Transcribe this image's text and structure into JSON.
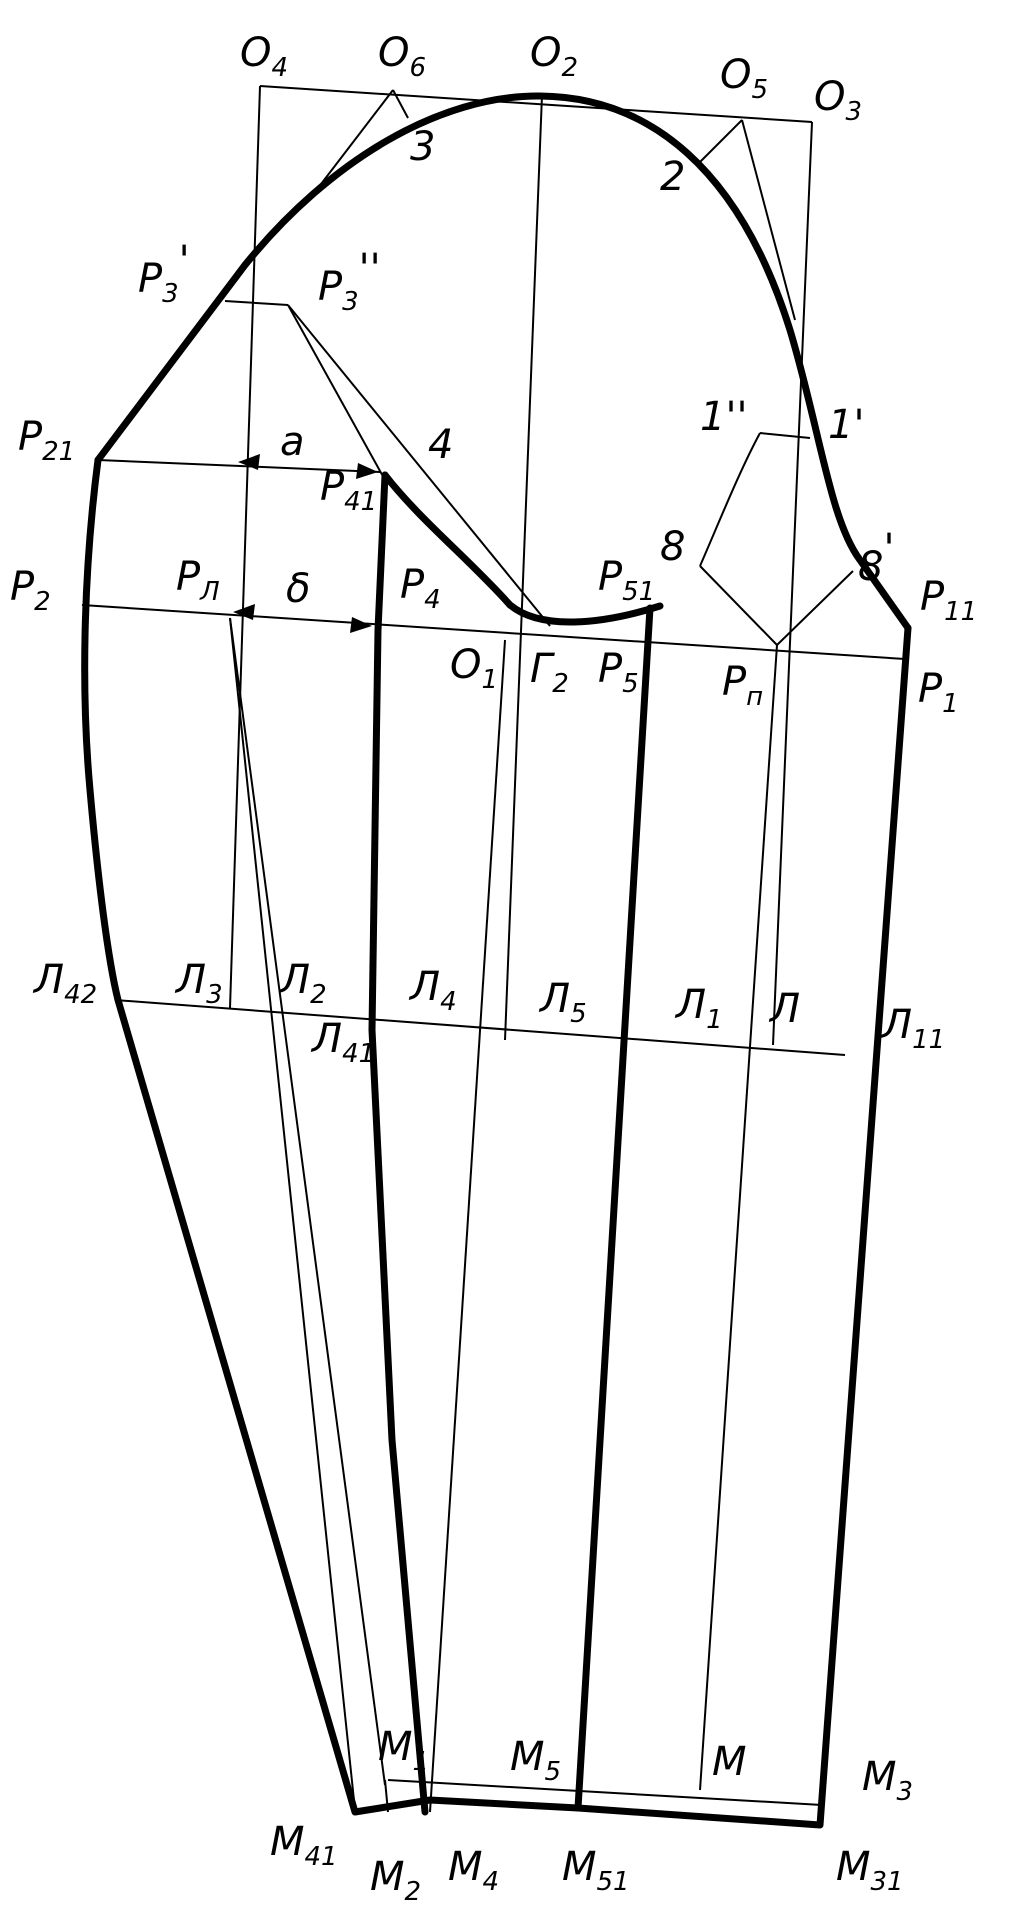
{
  "labels": {
    "O4": {
      "main": "O",
      "sub": "4"
    },
    "O6": {
      "main": "O",
      "sub": "6"
    },
    "O2": {
      "main": "O",
      "sub": "2"
    },
    "O5": {
      "main": "O",
      "sub": "5"
    },
    "O3": {
      "main": "O",
      "sub": "3"
    },
    "n3": {
      "main": "3",
      "sub": ""
    },
    "n2": {
      "main": "2",
      "sub": ""
    },
    "P3p": {
      "main": "P",
      "sub": "3",
      "sup": "'"
    },
    "P3pp": {
      "main": "P",
      "sub": "3",
      "sup": "''"
    },
    "n1pp": {
      "main": "1''",
      "sub": ""
    },
    "n1p": {
      "main": "1'",
      "sub": ""
    },
    "P21": {
      "main": "P",
      "sub": "21"
    },
    "a": {
      "main": "a",
      "sub": ""
    },
    "n4": {
      "main": "4",
      "sub": ""
    },
    "P41": {
      "main": "P",
      "sub": "41"
    },
    "n8": {
      "main": "8",
      "sub": ""
    },
    "n8p": {
      "main": "8",
      "sub": "",
      "sup": "'"
    },
    "P51": {
      "main": "P",
      "sub": "51"
    },
    "P11": {
      "main": "P",
      "sub": "11"
    },
    "P2": {
      "main": "P",
      "sub": "2"
    },
    "P1l": {
      "main": "P",
      "sub": "Л"
    },
    "delta": {
      "main": "δ",
      "sub": ""
    },
    "P4": {
      "main": "P",
      "sub": "4"
    },
    "O1": {
      "main": "O",
      "sub": "1"
    },
    "G2": {
      "main": "Г",
      "sub": "2"
    },
    "P5": {
      "main": "P",
      "sub": "5"
    },
    "Pn": {
      "main": "P",
      "sub": "п"
    },
    "P1": {
      "main": "P",
      "sub": "1"
    },
    "L42": {
      "main": "Л",
      "sub": "42"
    },
    "L3": {
      "main": "Л",
      "sub": "3"
    },
    "L2": {
      "main": "Л",
      "sub": "2"
    },
    "L4": {
      "main": "Л",
      "sub": "4"
    },
    "L41": {
      "main": "Л",
      "sub": "41"
    },
    "L5": {
      "main": "Л",
      "sub": "5"
    },
    "L1": {
      "main": "Л",
      "sub": "1"
    },
    "L": {
      "main": "Л",
      "sub": ""
    },
    "L11": {
      "main": "Л",
      "sub": "11"
    },
    "M1": {
      "main": "M",
      "sub": "1"
    },
    "M5": {
      "main": "M",
      "sub": "5"
    },
    "M": {
      "main": "M",
      "sub": ""
    },
    "M3": {
      "main": "M",
      "sub": "3"
    },
    "M41": {
      "main": "M",
      "sub": "41"
    },
    "M2": {
      "main": "M",
      "sub": "2"
    },
    "M4": {
      "main": "M",
      "sub": "4"
    },
    "M51": {
      "main": "M",
      "sub": "51"
    },
    "M31": {
      "main": "M",
      "sub": "31"
    }
  }
}
